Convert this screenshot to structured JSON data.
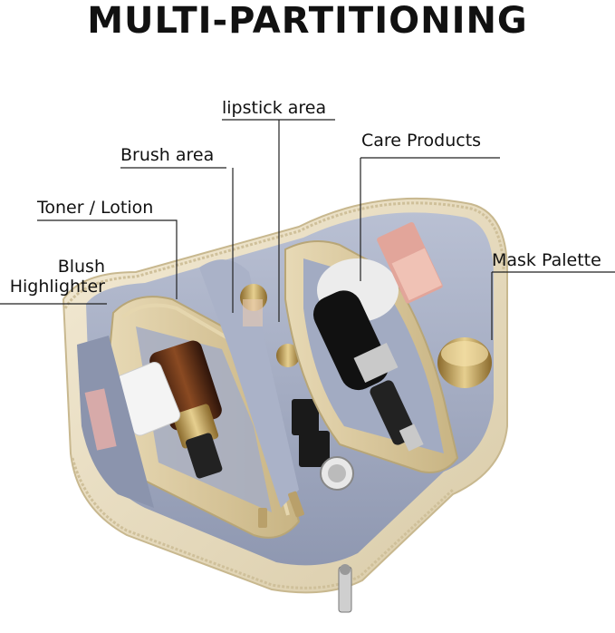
{
  "title": "MULTI-PARTITIONING",
  "labels": {
    "lipstick": "lipstick area",
    "brush": "Brush area",
    "care": "Care Products",
    "toner": "Toner / Lotion",
    "mask": "Mask Palette",
    "blush_line1": "Blush",
    "blush_line2": "Highlighter"
  },
  "colors": {
    "bag_shell": "#ede2c8",
    "bag_shadow": "#d4c5a3",
    "lining": "#9fa7bd",
    "lining_light": "#b7bed0",
    "zipper": "#c9b98f",
    "text": "#111111"
  }
}
